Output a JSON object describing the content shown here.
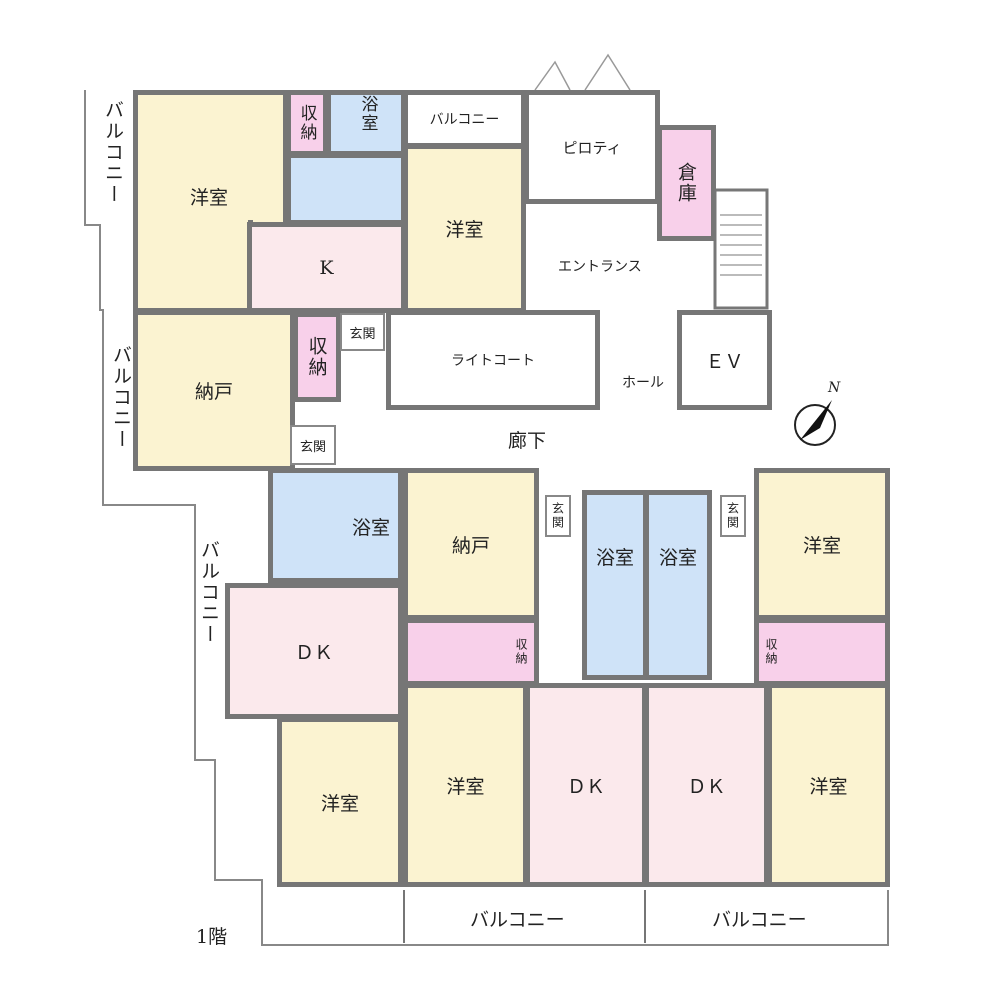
{
  "floor_label": "1階",
  "colors": {
    "western_room": "#fbf3d1",
    "storage": "#f8d0ea",
    "kitchen": "#fbe9ec",
    "bath": "#cfe3f8",
    "wall": "#767676"
  },
  "compass": {
    "label": "N"
  },
  "rooms": {
    "western_tl": "洋室",
    "storage_tl": "収納",
    "bath_tl": "浴室",
    "balcony_small": "バルコニー",
    "western_tc": "洋室",
    "piloti": "ピロティ",
    "warehouse": "倉庫",
    "kitchen": "K",
    "entrance_hall": "エントランス",
    "lightcourt": "ライトコート",
    "ev": "ＥＶ",
    "hall": "ホール",
    "closet_ml": "納戸",
    "storage_ml": "収納",
    "genkan_1": "玄関",
    "genkan_2": "玄関",
    "corridor": "廊下",
    "bath_ll": "浴室",
    "closet_mc": "納戸",
    "dk_left": "ＤＫ",
    "western_bl": "洋室",
    "western_bc": "洋室",
    "dk_c1": "ＤＫ",
    "dk_c2": "ＤＫ",
    "western_br": "洋室",
    "western_rt": "洋室",
    "genkan_3": "玄関",
    "genkan_4": "玄関",
    "bath_c1": "浴室",
    "bath_c2": "浴室",
    "storage_c1": "収納",
    "storage_c2": "収納",
    "balcony_left1": "バルコニー",
    "balcony_left2": "バルコニー",
    "balcony_left3": "バルコニー",
    "balcony_bottom1": "バルコニー",
    "balcony_bottom2": "バルコニー"
  }
}
